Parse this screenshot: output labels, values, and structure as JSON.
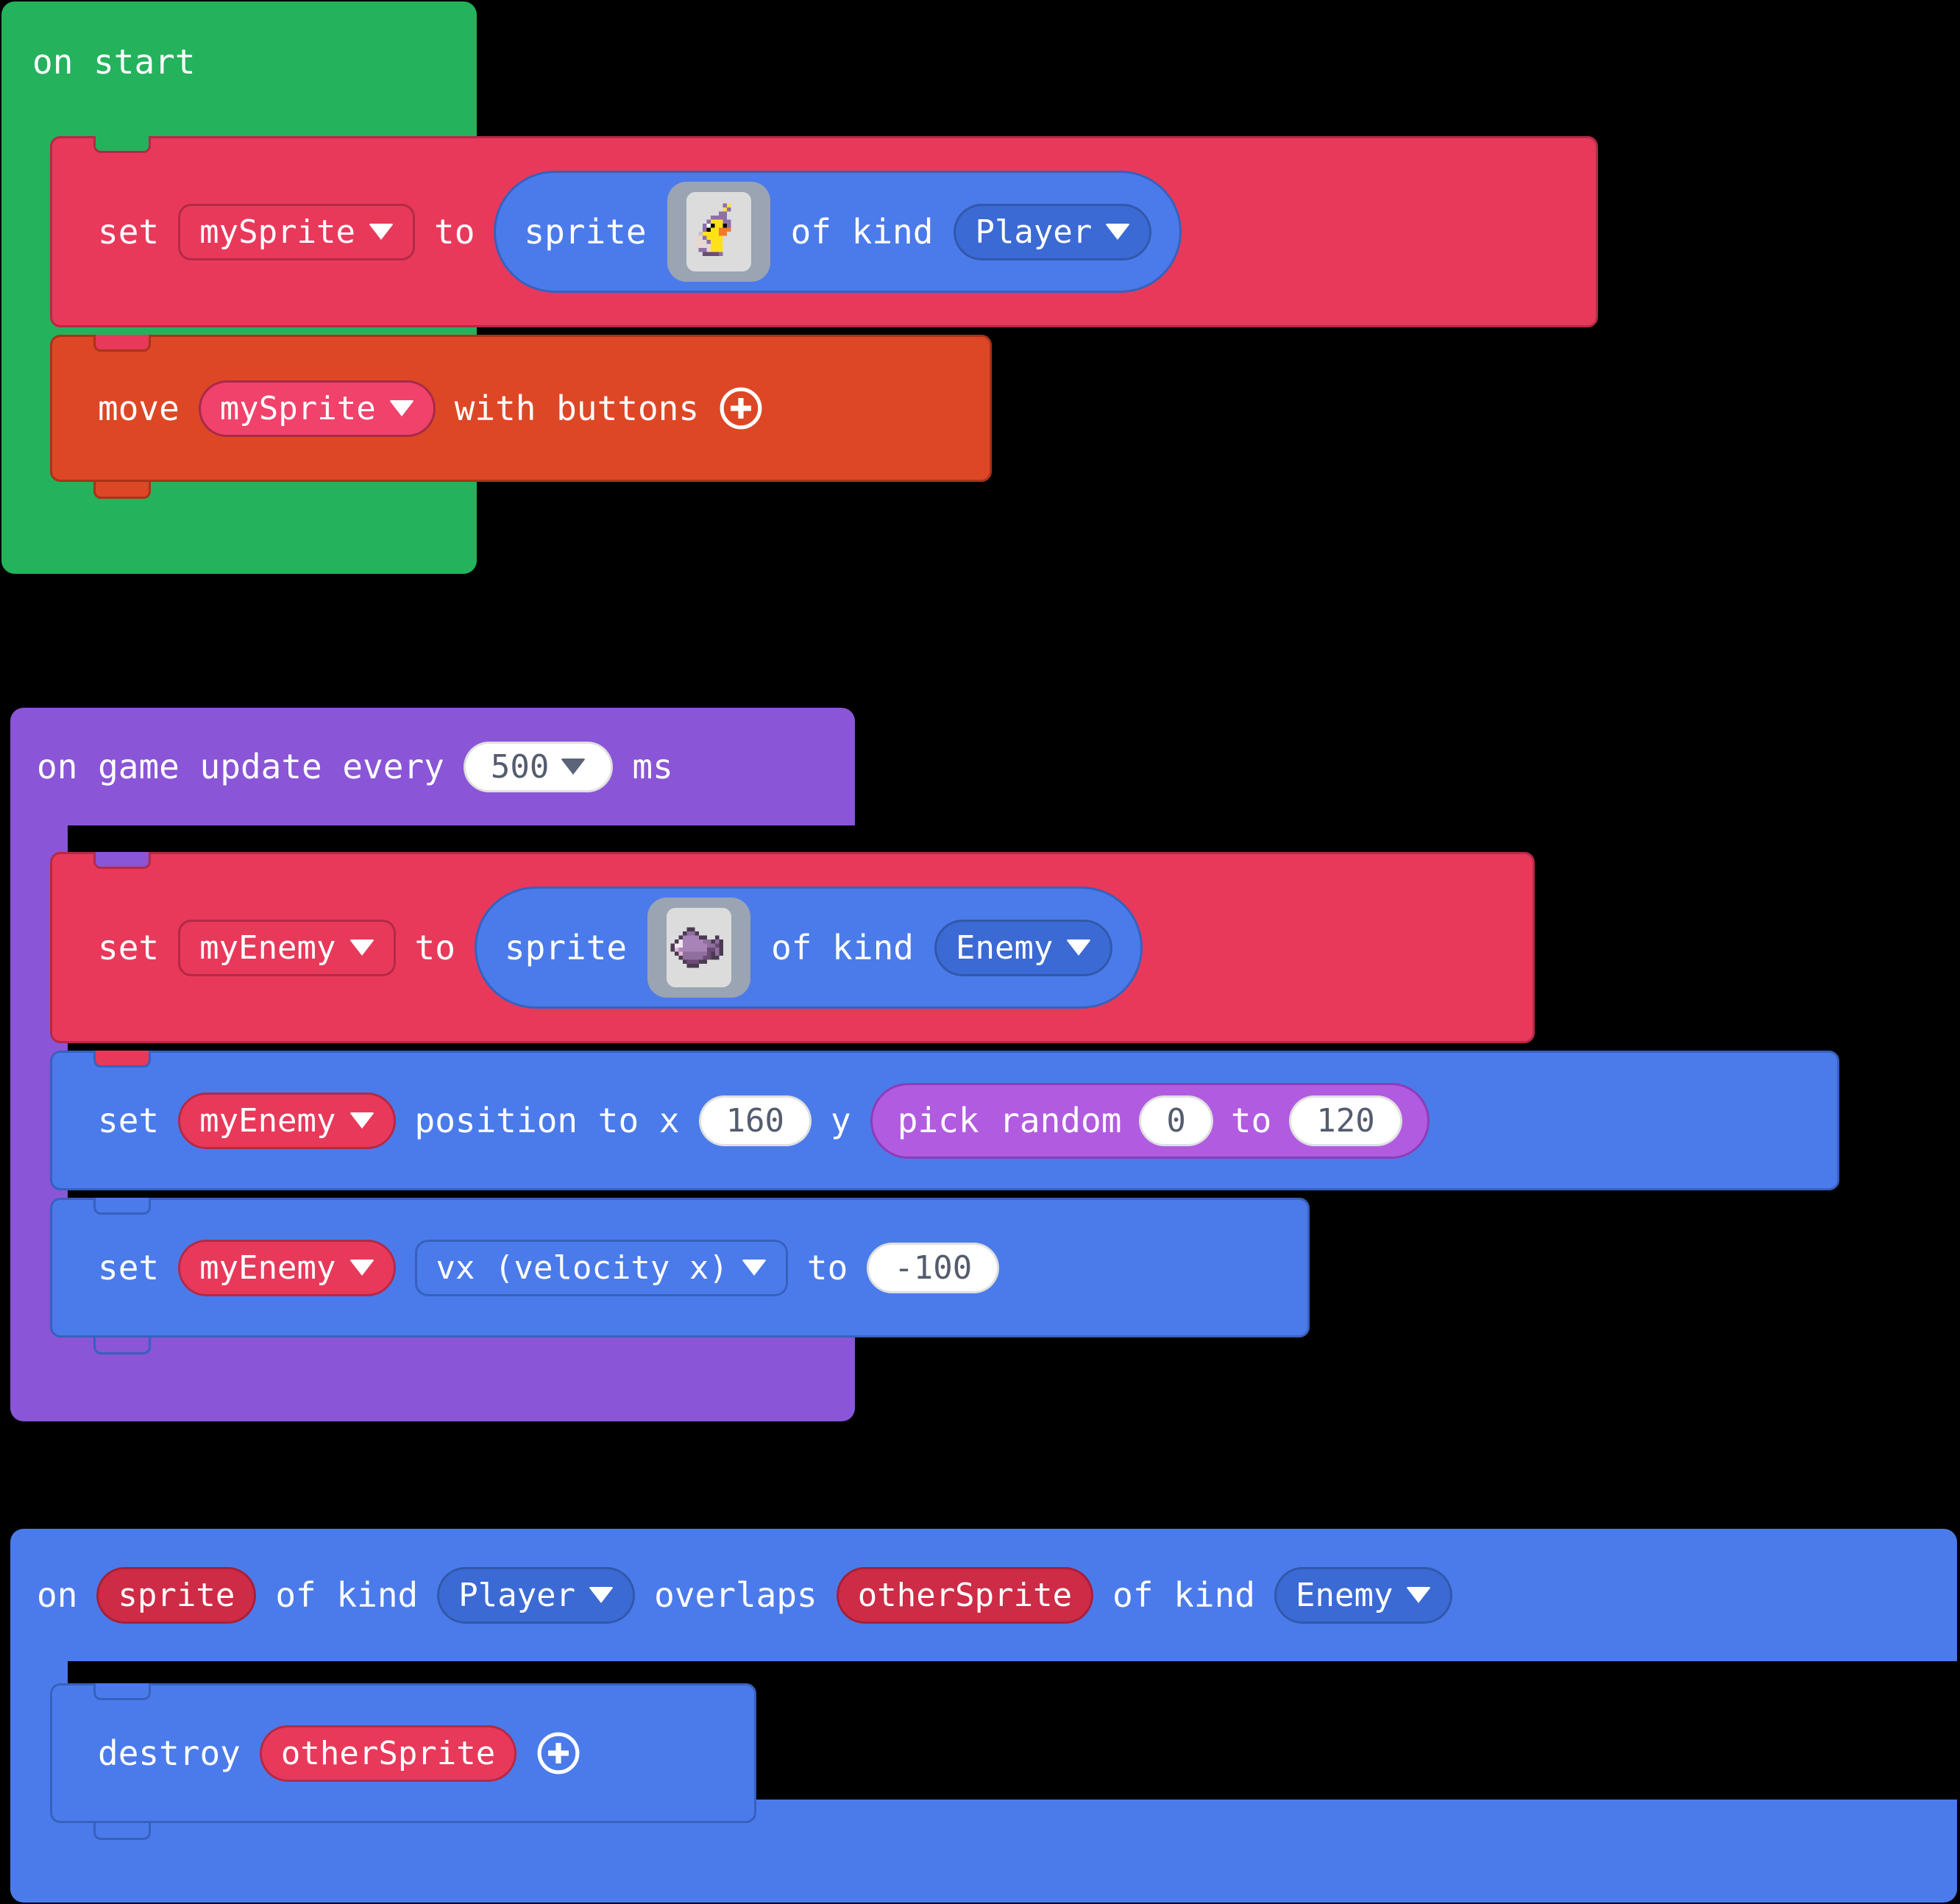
{
  "scripts": [
    {
      "name": "on-start",
      "hat_label": "on start",
      "statements": [
        {
          "kind": "set-variable-to-sprite",
          "set_label": "set",
          "variable": "mySprite",
          "to_label": "to",
          "sprite_label": "sprite",
          "sprite_icon": "duck-sprite-thumbnail",
          "of_kind_label": "of kind",
          "kind_value": "Player"
        },
        {
          "kind": "move-with-buttons",
          "move_label": "move",
          "variable": "mySprite",
          "with_buttons_label": "with buttons",
          "expand_icon": "plus-circle-icon"
        }
      ]
    },
    {
      "name": "on-game-update-every",
      "hat_label_before": "on game update every",
      "interval_value": "500",
      "hat_label_after": "ms",
      "statements": [
        {
          "kind": "set-variable-to-sprite",
          "set_label": "set",
          "variable": "myEnemy",
          "to_label": "to",
          "sprite_label": "sprite",
          "sprite_icon": "fish-sprite-thumbnail",
          "of_kind_label": "of kind",
          "kind_value": "Enemy"
        },
        {
          "kind": "set-position",
          "set_label": "set",
          "variable": "myEnemy",
          "position_label": "position to x",
          "x_value": "160",
          "y_label": "y",
          "pick_random_label": "pick random",
          "random_from": "0",
          "random_to_label": "to",
          "random_to": "120"
        },
        {
          "kind": "set-property",
          "set_label": "set",
          "variable": "myEnemy",
          "property": "vx (velocity x)",
          "to_label": "to",
          "value": "-100"
        }
      ]
    },
    {
      "name": "on-sprite-overlaps",
      "on_label": "on",
      "sprite_chip": "sprite",
      "of_kind_label_1": "of kind",
      "kind_value_1": "Player",
      "overlaps_label": "overlaps",
      "other_sprite_chip": "otherSprite",
      "of_kind_label_2": "of kind",
      "kind_value_2": "Enemy",
      "statements": [
        {
          "kind": "destroy",
          "destroy_label": "destroy",
          "variable": "otherSprite",
          "expand_icon": "plus-circle-icon"
        }
      ]
    }
  ],
  "colors": {
    "background": "#000000",
    "event_green": "#24b25c",
    "variable_red": "#e8395b",
    "controller_orange": "#dd4726",
    "game_purple": "#8a55d7",
    "sprite_blue": "#4b7bea",
    "math_purple": "#b15ce0"
  }
}
